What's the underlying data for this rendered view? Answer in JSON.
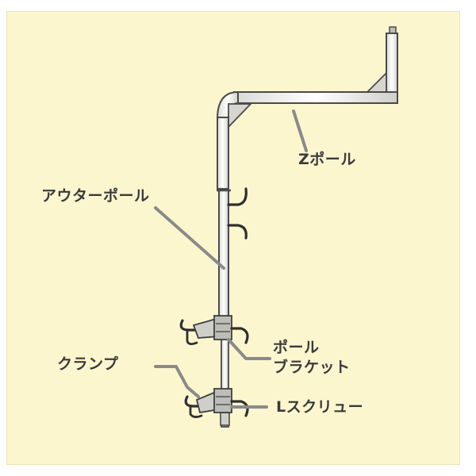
{
  "labels": {
    "z_pole": "Zポール",
    "outer_pole": "アウターポール",
    "pole_bracket": "ポール\nブラケット",
    "clamp": "クランプ",
    "l_screw": "Lスクリュー"
  },
  "colors": {
    "background": "#fcf6cf",
    "pole_stroke": "#4a4a4a",
    "pole_fill": "#eeeeea",
    "leader": "#8a8a8a"
  }
}
